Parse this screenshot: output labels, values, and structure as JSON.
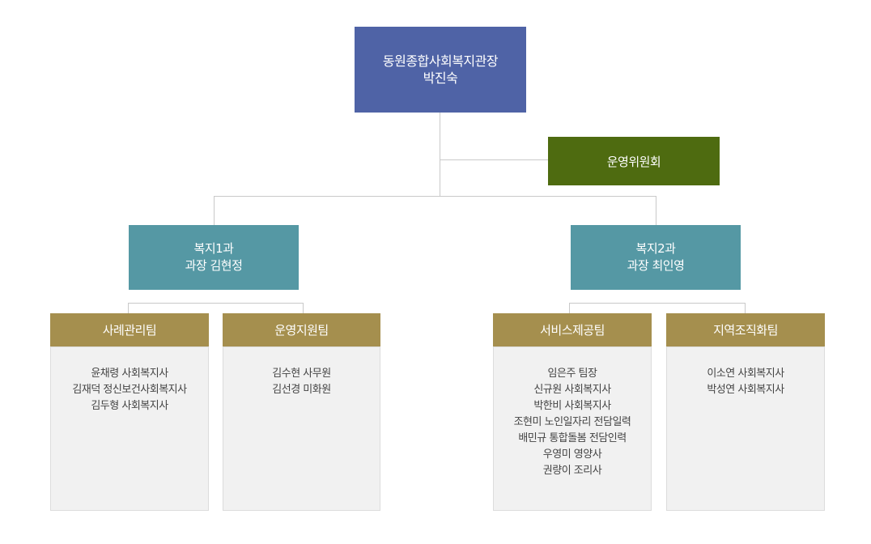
{
  "top": {
    "line1": "동원종합사회복지관장",
    "line2": "박진숙"
  },
  "committee": {
    "label": "운영위원회"
  },
  "departments": [
    {
      "line1": "복지1과",
      "line2": "과장 김현정"
    },
    {
      "line1": "복지2과",
      "line2": "과장 최인영"
    }
  ],
  "teams": [
    {
      "name": "사례관리팀",
      "members": [
        "윤채령 사회복지사",
        "김재덕 정신보건사회복지사",
        "김두형 사회복지사"
      ]
    },
    {
      "name": "운영지원팀",
      "members": [
        "김수현 사무원",
        "김선경 미화원"
      ]
    },
    {
      "name": "서비스제공팀",
      "members": [
        "임은주 팀장",
        "신규원 사회복지사",
        "박한비 사회복지사",
        "조현미 노인일자리 전담일력",
        "배민규 통합돌봄 전담인력",
        "우영미 영양사",
        "권량이 조리사"
      ]
    },
    {
      "name": "지역조직화팀",
      "members": [
        "이소연 사회복지사",
        "박성연 사회복지사"
      ]
    }
  ],
  "colors": {
    "top": "#4f63a6",
    "committee": "#4e6b10",
    "department": "#5598a4",
    "team_header": "#a58f4e"
  }
}
